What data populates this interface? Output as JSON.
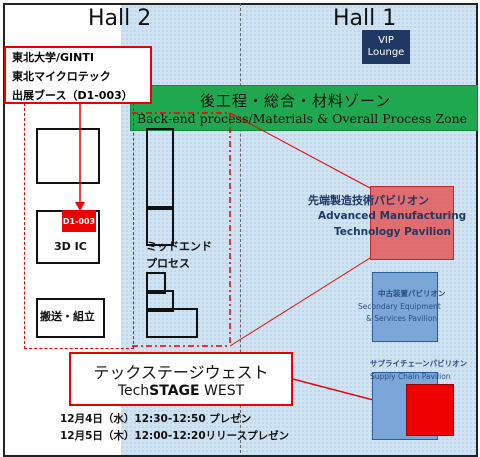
{
  "halls": {
    "hall2": "Hall 2",
    "hall1": "Hall 1"
  },
  "vip": {
    "line1": "VIP",
    "line2": "Lounge"
  },
  "zone": {
    "title_jp": "後工程・総合・材料ゾーン",
    "title_en": "Back-end process/Materials & Overall Process Zone"
  },
  "callout": {
    "line1": "東北大学/GINTI",
    "line2": "東北マイクロテック",
    "line3": "出展ブース（D1-003）"
  },
  "booths": {
    "d1003": "D1-003",
    "ic3d": "3D IC",
    "transport": "搬送・組立",
    "midend_1": "ミッドエンド",
    "midend_2": "プロセス"
  },
  "pavilions": {
    "advanced_jp": "先端製造技術パビリオン",
    "advanced_en1": "Advanced Manufacturing",
    "advanced_en2": "Technology Pavilion",
    "secondary_jp": "中古装置パビリオン",
    "secondary_en1": "Secondary Equipment",
    "secondary_en2": "& Services Pavilion",
    "supply_jp": "サプライチェーンパビリオン",
    "supply_en": "Supply Chain Pavilion"
  },
  "techstage": {
    "jp": "テックステージウェスト",
    "en_prefix": "Tech",
    "en_bold": "STAGE",
    "en_suffix": " WEST"
  },
  "schedule": {
    "line1": "12月4日（水）12:30-12:50 プレゼン",
    "line2": "12月5日（木）12:00-12:20リリースプレゼン"
  },
  "colors": {
    "accent_red": "#e00000",
    "zone_green": "#1fa84f",
    "vip_navy": "#1f3864",
    "hall1_blue": "#cfe3f3"
  }
}
